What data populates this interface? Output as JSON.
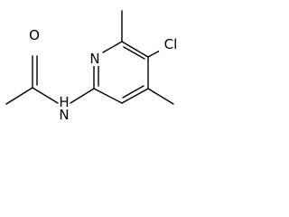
{
  "molecule": {
    "atoms": {
      "oxygen": "O",
      "amide_nitrogen_h": "H",
      "amide_nitrogen": "N",
      "ring_nitrogen": "N",
      "chlorine": "Cl"
    },
    "colors": {
      "background": "#ffffff",
      "bond": "#000000",
      "label": "#000000"
    }
  }
}
